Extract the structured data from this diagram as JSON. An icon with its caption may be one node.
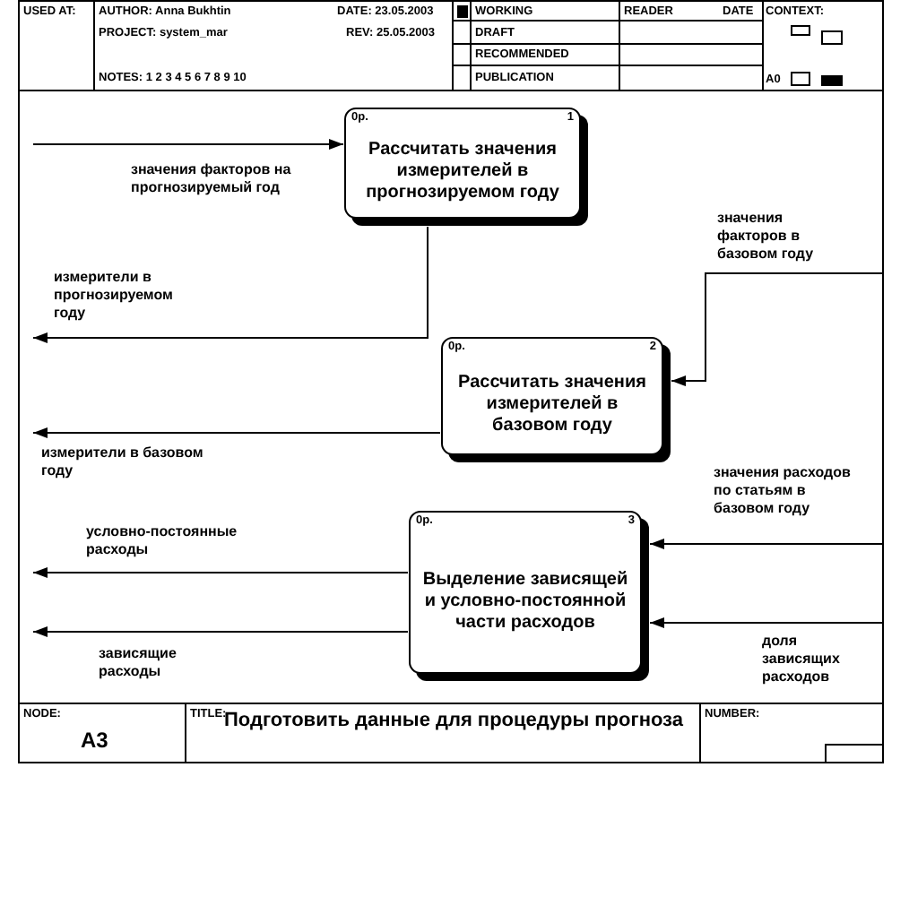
{
  "diagram": {
    "title": "Подготовить данные для процедуры прогноза",
    "nodes": [
      {
        "text": [
          "0р.",
          "1",
          "Рассчитать значения измерителей в прогнозируемом году"
        ]
      },
      {
        "text": [
          "0р.",
          "2",
          "Рассчитать значения измерителей в базовом году"
        ]
      },
      {
        "text": [
          "0р.",
          "3",
          "Выделение зависящей и условно-постоянной части расходов"
        ]
      }
    ],
    "edges": [
      {
        "from": null,
        "to": 0,
        "arrow": "to",
        "label": "значения факторов на прогнозируемый год"
      },
      {
        "from": 0,
        "to": null,
        "arrow": "to",
        "label": "измерители в прогнозируемом году"
      },
      {
        "from": null,
        "to": 1,
        "arrow": "to",
        "label": "значения факторов в базовом году"
      },
      {
        "from": 1,
        "to": null,
        "arrow": "to",
        "label": "измерители в базовом году"
      },
      {
        "from": null,
        "to": 2,
        "arrow": "to",
        "label": "значения расходов по статьям в базовом году"
      },
      {
        "from": null,
        "to": 2,
        "arrow": "to",
        "label": "доля зависящих расходов"
      },
      {
        "from": 2,
        "to": null,
        "arrow": "to",
        "label": "условно-постоянные расходы"
      },
      {
        "from": 2,
        "to": null,
        "arrow": "to",
        "label": "зависящие расходы"
      }
    ],
    "labels": [
      "USED AT:",
      "AUTHOR: Anna Bukhtin",
      "DATE: 23.05.2003",
      "WORKING",
      "READER",
      "DATE",
      "CONTEXT:",
      "PROJECT: system_mar",
      "REV: 25.05.2003",
      "DRAFT",
      "RECOMMENDED",
      "NOTES: 1 2 3 4 5 6 7 8 9 10",
      "PUBLICATION",
      "A0",
      "NODE:",
      "A3",
      "TITLE:",
      "NUMBER:"
    ]
  }
}
